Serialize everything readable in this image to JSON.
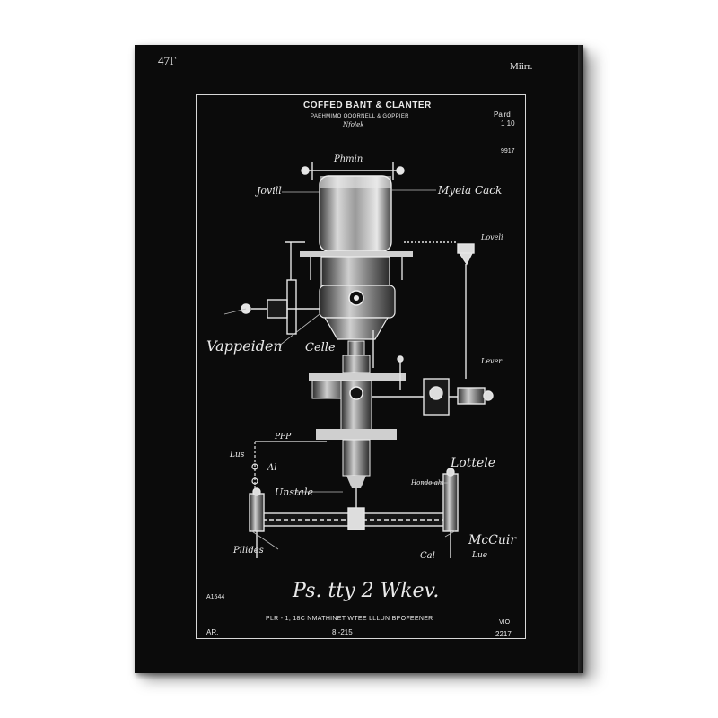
{
  "poster": {
    "corner_top_left": "47Г",
    "corner_top_right": "Miirr.",
    "title": "COFFED BANT & CLANTER",
    "subtitle": "PAEHMIMO OOORNELL & GOPPIER",
    "subtitle2": "Nfolek",
    "sheet_label": "Paird",
    "sheet_number": "1 10",
    "ref_right": "9917",
    "label_top": "Phmin",
    "label_left_1": "Jovill",
    "label_right_1": "Myeia Cack",
    "label_right_2": "Loveli",
    "label_left_2": "Vappeiden",
    "label_center": "Celle",
    "label_right_3": "Lever",
    "label_left_3": "PPP",
    "label_left_4": "Lus",
    "label_left_5": "Al",
    "label_right_4": "Lottele",
    "label_right_5": "Hondo ahur",
    "label_center_2": "Unstale",
    "label_left_6": "Pilides",
    "label_right_6": "McCuir",
    "label_right_7": "Cal",
    "label_right_8": "Lue",
    "code_left": "A1644",
    "signature": "Ps. tty 2 Wkev.",
    "footer_text": "PLR - 1, 18C  NMATHINET   WTEE   LLLUN  BPOFEENER",
    "footer_right": "VIO",
    "bottom_left": "AR.",
    "bottom_center": "8.-215",
    "bottom_right": "2217"
  },
  "colors": {
    "canvas": "#0b0b0b",
    "ink": "#eaeaea"
  }
}
